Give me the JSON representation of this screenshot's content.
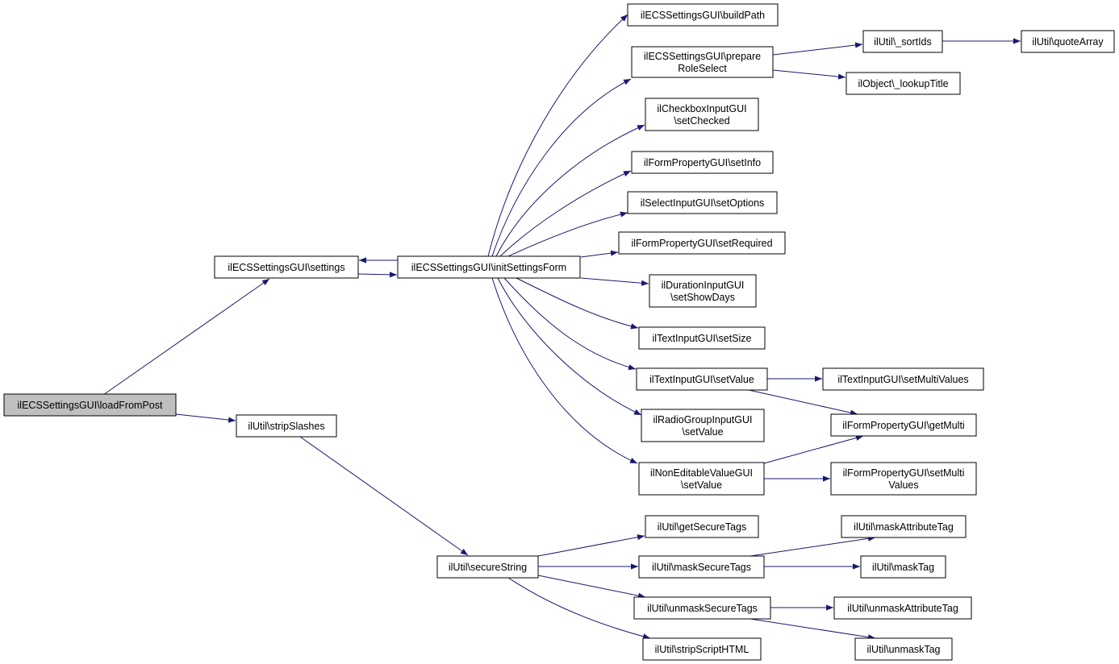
{
  "colors": {
    "edge": "#191970",
    "root_fill": "#bfbfbf",
    "node_fill": "#ffffff",
    "node_border": "#000000"
  },
  "nodes": {
    "loadFromPost": {
      "lines": [
        "ilECSSettingsGUI\\loadFromPost"
      ]
    },
    "settings": {
      "lines": [
        "ilECSSettingsGUI\\settings"
      ]
    },
    "stripSlashes": {
      "lines": [
        "ilUtil\\stripSlashes"
      ]
    },
    "initSettingsForm": {
      "lines": [
        "ilECSSettingsGUI\\initSettingsForm"
      ]
    },
    "secureString": {
      "lines": [
        "ilUtil\\secureString"
      ]
    },
    "buildPath": {
      "lines": [
        "ilECSSettingsGUI\\buildPath"
      ]
    },
    "prepareRoleSelect": {
      "lines": [
        "ilECSSettingsGUI\\prepare",
        "RoleSelect"
      ]
    },
    "checkboxSetChecked": {
      "lines": [
        "ilCheckboxInputGUI",
        "\\setChecked"
      ]
    },
    "setInfo": {
      "lines": [
        "ilFormPropertyGUI\\setInfo"
      ]
    },
    "setOptions": {
      "lines": [
        "ilSelectInputGUI\\setOptions"
      ]
    },
    "setRequired": {
      "lines": [
        "ilFormPropertyGUI\\setRequired"
      ]
    },
    "setShowDays": {
      "lines": [
        "ilDurationInputGUI",
        "\\setShowDays"
      ]
    },
    "setSize": {
      "lines": [
        "ilTextInputGUI\\setSize"
      ]
    },
    "textSetValue": {
      "lines": [
        "ilTextInputGUI\\setValue"
      ]
    },
    "radioSetValue": {
      "lines": [
        "ilRadioGroupInputGUI",
        "\\setValue"
      ]
    },
    "nonEditSetValue": {
      "lines": [
        "ilNonEditableValueGUI",
        "\\setValue"
      ]
    },
    "getSecureTags": {
      "lines": [
        "ilUtil\\getSecureTags"
      ]
    },
    "maskSecureTags": {
      "lines": [
        "ilUtil\\maskSecureTags"
      ]
    },
    "unmaskSecureTags": {
      "lines": [
        "ilUtil\\unmaskSecureTags"
      ]
    },
    "stripScriptHTML": {
      "lines": [
        "ilUtil\\stripScriptHTML"
      ]
    },
    "sortIds": {
      "lines": [
        "ilUtil\\_sortIds"
      ]
    },
    "lookupTitle": {
      "lines": [
        "ilObject\\_lookupTitle"
      ]
    },
    "quoteArray": {
      "lines": [
        "ilUtil\\quoteArray"
      ]
    },
    "setMultiValues": {
      "lines": [
        "ilTextInputGUI\\setMultiValues"
      ]
    },
    "getMulti": {
      "lines": [
        "ilFormPropertyGUI\\getMulti"
      ]
    },
    "setMultiValuesForm": {
      "lines": [
        "ilFormPropertyGUI\\setMulti",
        "Values"
      ]
    },
    "maskAttributeTag": {
      "lines": [
        "ilUtil\\maskAttributeTag"
      ]
    },
    "maskTag": {
      "lines": [
        "ilUtil\\maskTag"
      ]
    },
    "unmaskAttributeTag": {
      "lines": [
        "ilUtil\\unmaskAttributeTag"
      ]
    },
    "unmaskTag": {
      "lines": [
        "ilUtil\\unmaskTag"
      ]
    }
  },
  "edges": [
    [
      "loadFromPost",
      "settings"
    ],
    [
      "loadFromPost",
      "stripSlashes"
    ],
    [
      "settings",
      "initSettingsForm"
    ],
    [
      "initSettingsForm",
      "settings"
    ],
    [
      "stripSlashes",
      "secureString"
    ],
    [
      "initSettingsForm",
      "buildPath"
    ],
    [
      "initSettingsForm",
      "prepareRoleSelect"
    ],
    [
      "initSettingsForm",
      "checkboxSetChecked"
    ],
    [
      "initSettingsForm",
      "setInfo"
    ],
    [
      "initSettingsForm",
      "setOptions"
    ],
    [
      "initSettingsForm",
      "setRequired"
    ],
    [
      "initSettingsForm",
      "setShowDays"
    ],
    [
      "initSettingsForm",
      "setSize"
    ],
    [
      "initSettingsForm",
      "textSetValue"
    ],
    [
      "initSettingsForm",
      "radioSetValue"
    ],
    [
      "initSettingsForm",
      "nonEditSetValue"
    ],
    [
      "prepareRoleSelect",
      "sortIds"
    ],
    [
      "prepareRoleSelect",
      "lookupTitle"
    ],
    [
      "sortIds",
      "quoteArray"
    ],
    [
      "textSetValue",
      "setMultiValues"
    ],
    [
      "textSetValue",
      "getMulti"
    ],
    [
      "nonEditSetValue",
      "getMulti"
    ],
    [
      "nonEditSetValue",
      "setMultiValuesForm"
    ],
    [
      "secureString",
      "getSecureTags"
    ],
    [
      "secureString",
      "maskSecureTags"
    ],
    [
      "secureString",
      "unmaskSecureTags"
    ],
    [
      "secureString",
      "stripScriptHTML"
    ],
    [
      "maskSecureTags",
      "maskAttributeTag"
    ],
    [
      "maskSecureTags",
      "maskTag"
    ],
    [
      "unmaskSecureTags",
      "unmaskAttributeTag"
    ],
    [
      "unmaskSecureTags",
      "unmaskTag"
    ]
  ]
}
